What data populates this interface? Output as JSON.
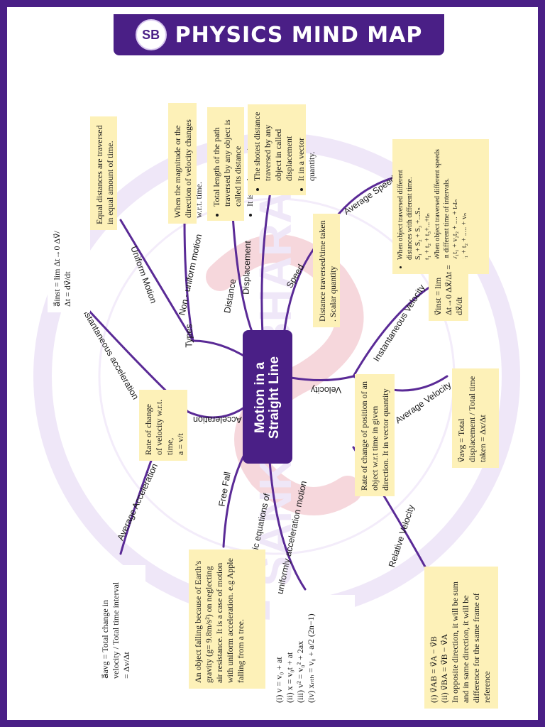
{
  "header": {
    "logo_text": "SB",
    "title": "PHYSICS MIND MAP"
  },
  "watermark": {
    "text": "SANKALP BHARAT",
    "color": "#e9dff6"
  },
  "colors": {
    "brand": "#4a1f86",
    "note_bg": "#fdf1b8",
    "branch": "#5a2a96"
  },
  "center": {
    "line1": "Motion in a",
    "line2": "Straight Line"
  },
  "branches": {
    "types": "Types",
    "uniform_motion": "Uniform Motion",
    "non_uniform_motion": "Non - uniform motion",
    "distance": "Distance",
    "displacement": "Displacement",
    "speed": "Speed",
    "average_speed": "Average Speed",
    "instantaneous_velocity": "Instantaneous Velocity",
    "velocity": "Velocity",
    "average_velocity": "Average Velocity",
    "relative_velocity": "Relative Velocity",
    "acceleration": "Acceleration",
    "instantaneous_acceleration": "Instantaneous acceleration",
    "average_acceleration": "Average Acceleration",
    "free_fall": "Free Fall",
    "kinematic_line1": "Kinematic equations of",
    "kinematic_line2": "uniformly acceleration motion"
  },
  "notes": {
    "uniform": "Equal distances are traversed in equal amount of time.",
    "nonuniform": "When the magnitude or the direction of velocity changes w.r.t. time.",
    "distance_1": "Total length of the path traversed by any object is called its distance",
    "distance_2": "It is scalar quantity.",
    "displacement_1": "The shotest distance traversed by any object in called displacement",
    "displacement_2": "It in a vector quantity.",
    "speed": "Distance traversed/time taken . Scalar quantity",
    "avg_speed_1": "When object traversed different distances with different time.",
    "avg_speed_f1": "S₁ + S₂ + S₃ +...Sₙ",
    "avg_speed_f1b": "t₁ + t₂ + t₃+...+tₙ",
    "avg_speed_2": "When object traversed different speeds in different time of intervals.",
    "avg_speed_f2": "v₁t₁ + v₂t₂ + .... + tₙtₙ",
    "avg_speed_f2b": "t₁ + t₂ + ..... + vₙ",
    "inst_velocity": "v⃗inst = lim Δt→0 Δx⃗/Δt = dx⃗/dt",
    "velocity_def": "Rate of change of position of an object w.r.t time in given direction. It in vector quantity",
    "avg_velocity": "v⃗avg = Total displacement / Total time taken = Δx/Δt",
    "relative_1": "(i)  v⃗AB = v⃗A − v⃗B",
    "relative_2": "(ii)  v⃗BA = v⃗B − v⃗A",
    "relative_3": "In opposite direction, it will be sum and in same direction, it will be difference for the same frame of reference",
    "inst_accel": "a⃗inst = lim Δt→0 Δv⃗/Δt = dv⃗/dt",
    "accel_def": "Rate of change of velocity w.r.t. time,",
    "accel_formula": "a = v/t",
    "avg_accel_1": "a⃗avg = Total change in velocity / Total time interval",
    "avg_accel_2": "= Δv/Δt",
    "free_fall": "An object falling because of Earth’s gravity (g= 9.8m/s²) on neglecting air resistance. It is a case of motion with uniform acceleration. e.g Apple falling from a tree.",
    "kin_1": "(i)    v = v₀ + at",
    "kin_2": "(ii)   x = v₀t + at",
    "kin_3": "(iii)  v² = v₀² + 2ax",
    "kin_4": "(iv) xₙₜₕ = v₀ + a/2 (2n−1)"
  }
}
